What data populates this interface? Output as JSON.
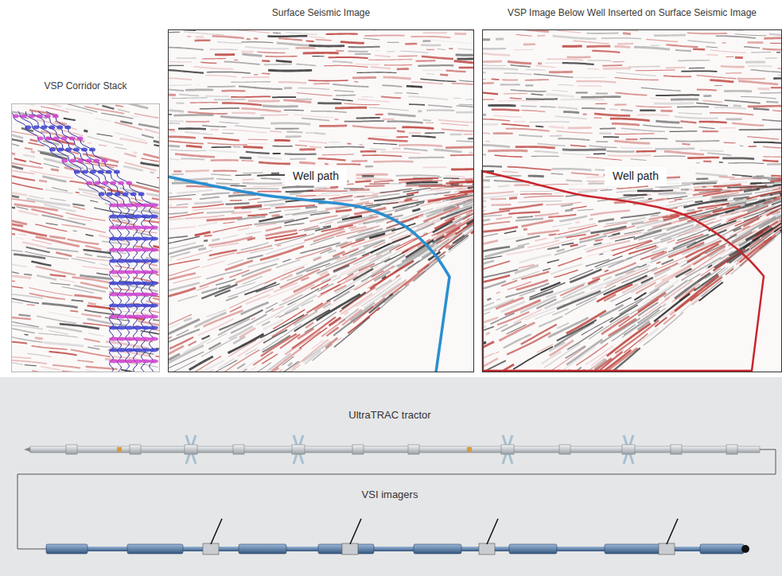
{
  "diagram": {
    "nodes": [
      {
        "text": [
          "VSP Corridor Stack"
        ]
      },
      {
        "text": [
          "Surface Seismic Image"
        ]
      },
      {
        "text": [
          "Well path"
        ],
        "in": 1
      },
      {
        "text": [
          "VSP Image Below Well Inserted on Surface Seismic Image"
        ]
      },
      {
        "text": [
          "Well path"
        ],
        "in": 3
      }
    ],
    "labels": [
      "UltraTRAC tractor",
      "VSI imagers"
    ]
  }
}
